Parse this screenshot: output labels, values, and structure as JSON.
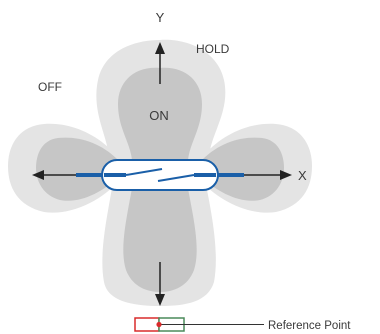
{
  "diagram": {
    "axis_y_label": "Y",
    "axis_x_label": "X",
    "region_hold_label": "HOLD",
    "region_off_label": "OFF",
    "region_on_label": "ON",
    "reference_label": "Reference Point"
  },
  "colors": {
    "hold_region": "#e4e4e4",
    "on_region": "#c6c6c6",
    "switch_blue": "#1a5fa8",
    "arrow": "#222222",
    "reference_red": "#d92b2b",
    "reference_green": "#4a8a5a"
  }
}
